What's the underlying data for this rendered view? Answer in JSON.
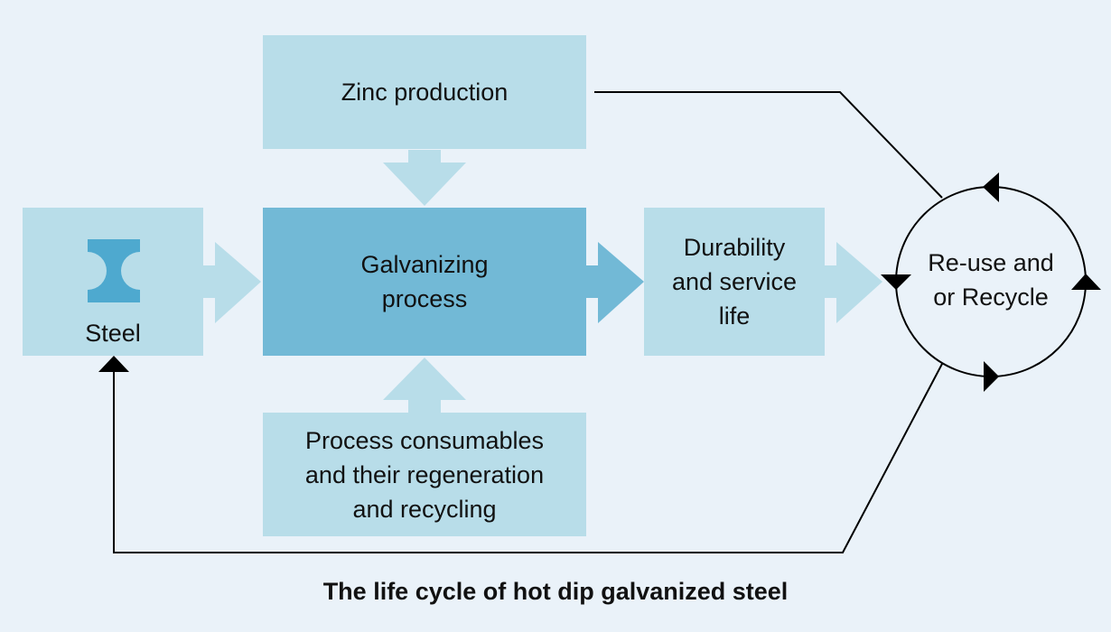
{
  "nodes": {
    "zinc": "Zinc production",
    "galvanizing": "Galvanizing\nprocess",
    "consumables": "Process consumables\nand their regeneration\nand recycling",
    "durability": "Durability\nand service\nlife",
    "steel": "Steel",
    "reuse": "Re-use and\nor Recycle"
  },
  "caption": "The life cycle of hot dip galvanized steel",
  "colors": {
    "background": "#eaf2f9",
    "light_box": "#b8dde9",
    "dark_box": "#72b9d6",
    "icon": "#4ea9cf",
    "line": "#000000"
  },
  "icons": {
    "steel": "i-beam-icon"
  }
}
